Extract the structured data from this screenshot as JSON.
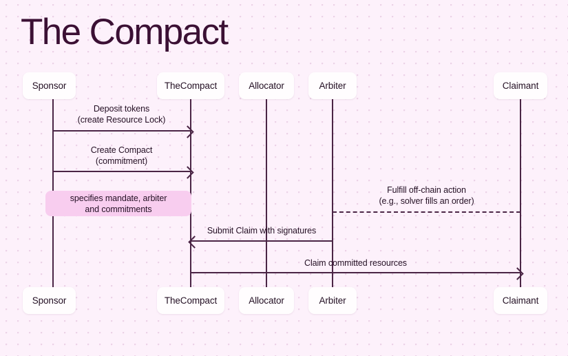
{
  "page": {
    "title": "The Compact",
    "background_color": "#fdf1fb",
    "accent_color": "#3b1034",
    "line_color": "#4a2545",
    "note_color": "#f8cdef",
    "box_color": "#fffdfe"
  },
  "participants": [
    {
      "id": "sponsor",
      "label": "Sponsor"
    },
    {
      "id": "thecompact",
      "label": "TheCompact"
    },
    {
      "id": "allocator",
      "label": "Allocator"
    },
    {
      "id": "arbiter",
      "label": "Arbiter"
    },
    {
      "id": "claimant",
      "label": "Claimant"
    }
  ],
  "participants_bottom": [
    {
      "id": "sponsor-bottom",
      "label": "Sponsor"
    },
    {
      "id": "thecompact-bottom",
      "label": "TheCompact"
    },
    {
      "id": "allocator-bottom",
      "label": "Allocator"
    },
    {
      "id": "arbiter-bottom",
      "label": "Arbiter"
    },
    {
      "id": "claimant-bottom",
      "label": "Claimant"
    }
  ],
  "messages": [
    {
      "id": "deposit-tokens",
      "from": "sponsor",
      "to": "thecompact",
      "direction": "right",
      "style": "solid",
      "label": "Deposit tokens\n(create Resource Lock)"
    },
    {
      "id": "create-compact",
      "from": "sponsor",
      "to": "thecompact",
      "direction": "right",
      "style": "solid",
      "label": "Create Compact\n(commitment)"
    },
    {
      "id": "fulfill-offchain-action",
      "from": "arbiter",
      "to": "claimant",
      "direction": "none",
      "style": "dashed",
      "label": "Fulfill off-chain action\n(e.g., solver fills an order)"
    },
    {
      "id": "submit-claim",
      "from": "arbiter",
      "to": "thecompact",
      "direction": "left",
      "style": "solid",
      "label": "Submit Claim with signatures"
    },
    {
      "id": "claim-committed-resources",
      "from": "thecompact",
      "to": "claimant",
      "direction": "right",
      "style": "solid",
      "label": "Claim committed resources"
    }
  ],
  "notes": [
    {
      "id": "mandate-note",
      "text": "specifies mandate, arbiter\nand commitments"
    }
  ]
}
